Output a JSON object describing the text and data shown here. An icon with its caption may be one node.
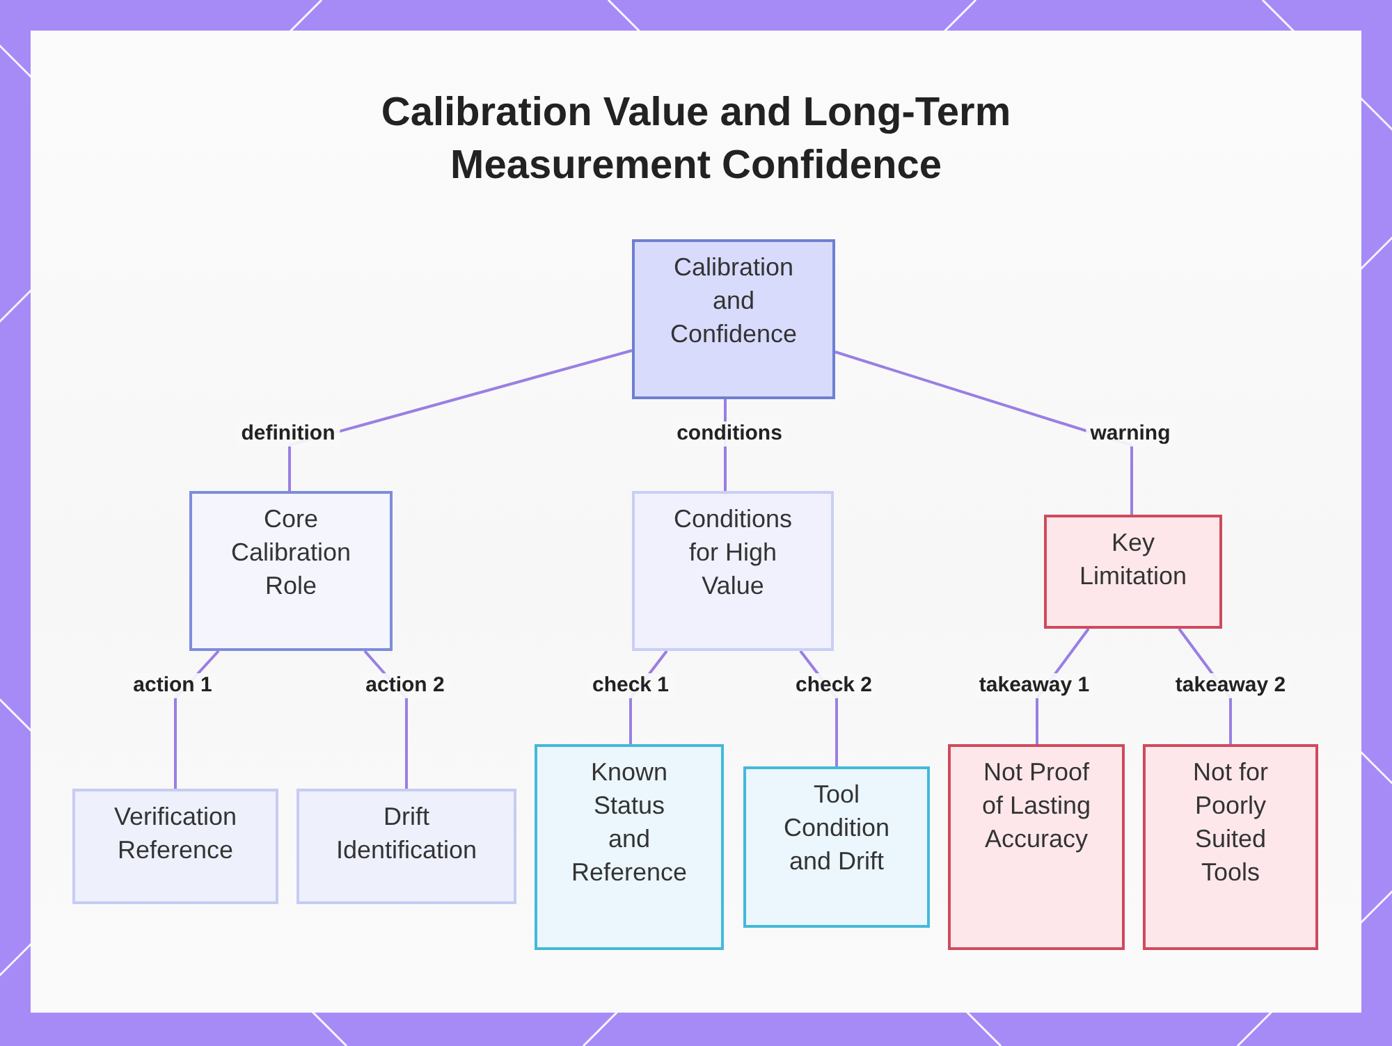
{
  "diagram": {
    "title": "Calibration Value and Long-Term Measurement Confidence",
    "nodes": [
      {
        "text": [
          "Calibration and Confidence"
        ]
      },
      {
        "text": [
          "Core Calibration Role"
        ]
      },
      {
        "text": [
          "Conditions for High Value"
        ]
      },
      {
        "text": [
          "Key Limitation"
        ]
      },
      {
        "text": [
          "Verification Reference"
        ]
      },
      {
        "text": [
          "Drift Identification"
        ]
      },
      {
        "text": [
          "Known Status and Reference"
        ]
      },
      {
        "text": [
          "Tool Condition and Drift"
        ]
      },
      {
        "text": [
          "Not Proof of Lasting Accuracy"
        ]
      },
      {
        "text": [
          "Not for Poorly Suited Tools"
        ]
      }
    ],
    "edges": [
      {
        "from": 0,
        "to": 1,
        "arrow": "none",
        "label": "definition"
      },
      {
        "from": 0,
        "to": 2,
        "arrow": "none",
        "label": "conditions"
      },
      {
        "from": 0,
        "to": 3,
        "arrow": "none",
        "label": "warning"
      },
      {
        "from": 1,
        "to": 4,
        "arrow": "none",
        "label": "action 1"
      },
      {
        "from": 1,
        "to": 5,
        "arrow": "none",
        "label": "action 2"
      },
      {
        "from": 2,
        "to": 6,
        "arrow": "none",
        "label": "check 1"
      },
      {
        "from": 2,
        "to": 7,
        "arrow": "none",
        "label": "check 2"
      },
      {
        "from": 3,
        "to": 8,
        "arrow": "none",
        "label": "takeaway 1"
      },
      {
        "from": 3,
        "to": 9,
        "arrow": "none",
        "label": "takeaway 2"
      }
    ]
  }
}
